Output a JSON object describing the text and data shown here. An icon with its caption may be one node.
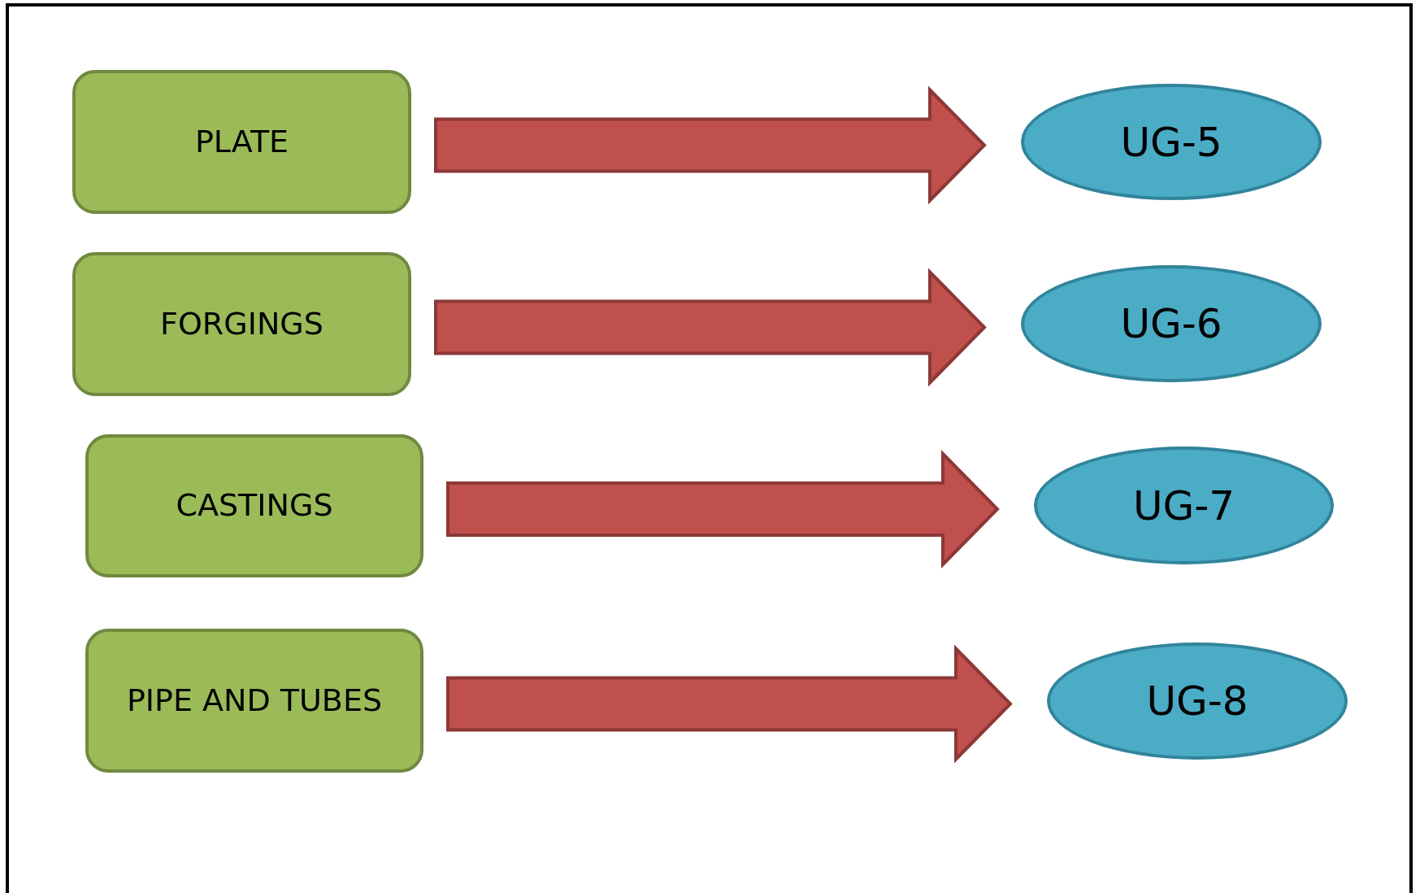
{
  "diagram": {
    "nodes": [
      {
        "text": [
          "PLATE"
        ]
      },
      {
        "text": [
          "UG-5"
        ]
      },
      {
        "text": [
          "FORGINGS"
        ]
      },
      {
        "text": [
          "UG-6"
        ]
      },
      {
        "text": [
          "CASTINGS"
        ]
      },
      {
        "text": [
          "UG-7"
        ]
      },
      {
        "text": [
          "PIPE AND TUBES"
        ]
      },
      {
        "text": [
          "UG-8"
        ]
      }
    ],
    "edges": [
      {
        "from": 0,
        "to": 1,
        "arrow": "to"
      },
      {
        "from": 2,
        "to": 3,
        "arrow": "to"
      },
      {
        "from": 4,
        "to": 5,
        "arrow": "to"
      },
      {
        "from": 6,
        "to": 7,
        "arrow": "to"
      }
    ]
  }
}
